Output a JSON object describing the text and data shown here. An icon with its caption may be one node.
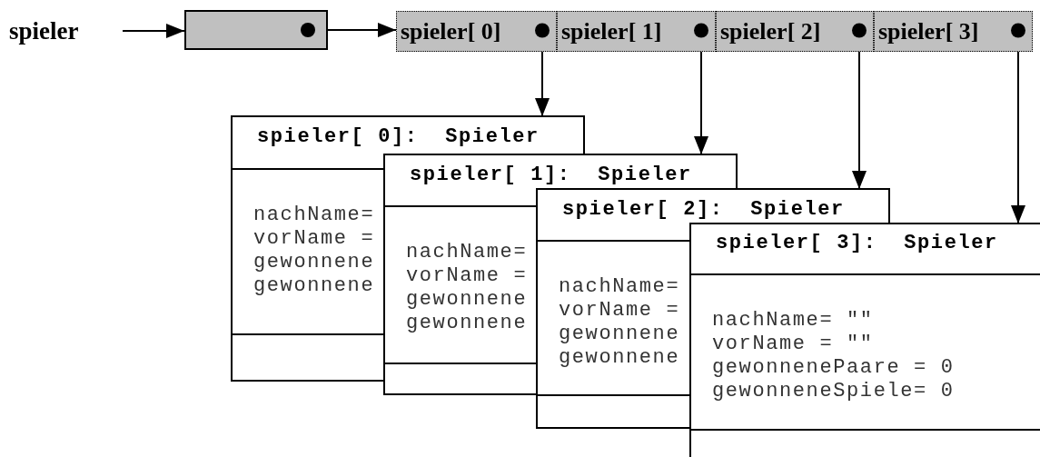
{
  "diagram": {
    "nodes": [
      {
        "text": [
          "spieler"
        ]
      },
      {
        "text": [],
        "shape": "box"
      },
      {
        "text": [
          "spieler[ 0]"
        ]
      },
      {
        "text": [
          "spieler[ 1]"
        ]
      },
      {
        "text": [
          "spieler[ 2]"
        ]
      },
      {
        "text": [
          "spieler[ 3]"
        ]
      },
      {
        "text": [
          "spieler[ 0]:  Spieler",
          "nachName=",
          "vorName =",
          "gewonnene",
          "gewonnene"
        ]
      },
      {
        "text": [
          "spieler[ 1]:  Spieler",
          "nachName=",
          "vorName =",
          "gewonnene",
          "gewonnene"
        ]
      },
      {
        "text": [
          "spieler[ 2]:  Spieler",
          "nachName=",
          "vorName =",
          "gewonnene",
          "gewonnene"
        ]
      },
      {
        "text": [
          "spieler[ 3]:  Spieler",
          "nachName= \"\"",
          "vorName = \"\"",
          "gewonnenePaare = 0",
          "gewonneneSpiele= 0"
        ]
      }
    ],
    "edges": [
      {
        "from": 0,
        "to": 1,
        "arrow": "to"
      },
      {
        "from": 1,
        "to": 2,
        "arrow": "to"
      },
      {
        "from": 2,
        "to": 6,
        "arrow": "to"
      },
      {
        "from": 3,
        "to": 7,
        "arrow": "to"
      },
      {
        "from": 4,
        "to": 8,
        "arrow": "to"
      },
      {
        "from": 5,
        "to": 9,
        "arrow": "to"
      }
    ]
  }
}
